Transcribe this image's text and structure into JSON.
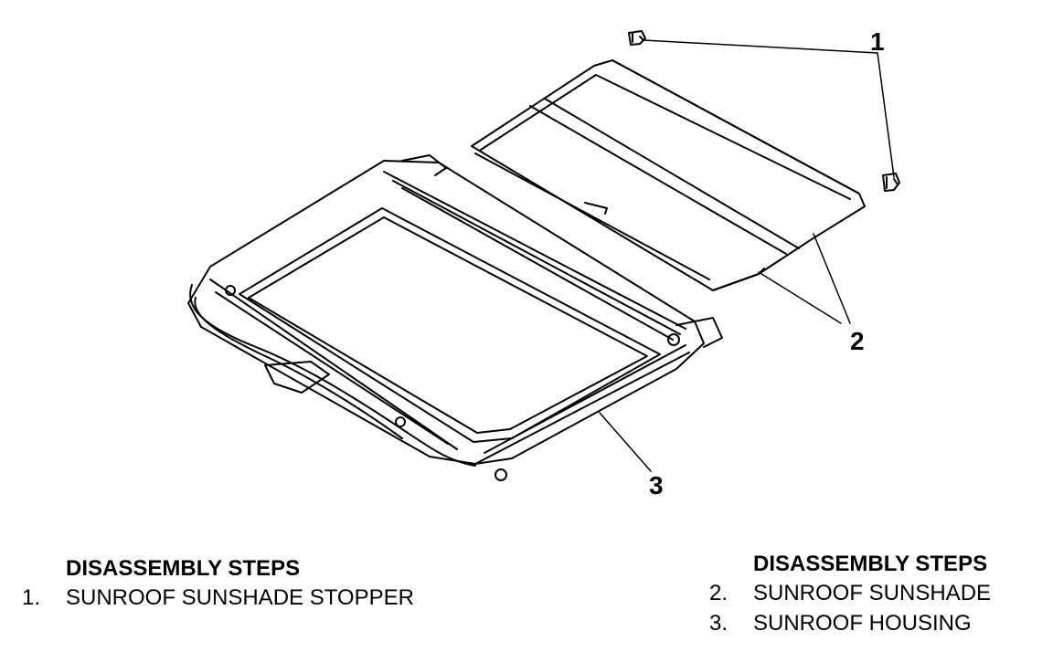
{
  "callouts": [
    "1",
    "2",
    "3"
  ],
  "left_steps": {
    "heading": "DISASSEMBLY STEPS",
    "items": [
      {
        "number": "1.",
        "label": "SUNROOF SUNSHADE STOPPER"
      }
    ]
  },
  "right_steps": {
    "heading": "DISASSEMBLY STEPS",
    "items": [
      {
        "number": "2.",
        "label": "SUNROOF SUNSHADE"
      },
      {
        "number": "3.",
        "label": "SUNROOF HOUSING"
      }
    ]
  }
}
